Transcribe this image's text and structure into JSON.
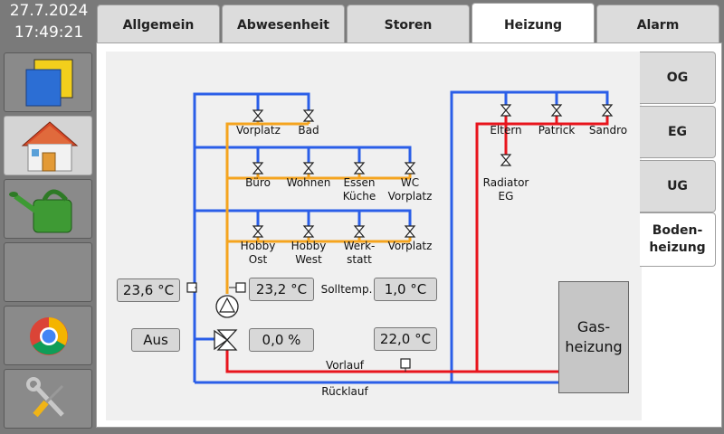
{
  "clock": {
    "date": "27.7.2024",
    "time": "17:49:21"
  },
  "nav": [
    {
      "name": "nav-windows",
      "icon": "windows-squares-icon"
    },
    {
      "name": "nav-home",
      "icon": "house-icon",
      "active": true
    },
    {
      "name": "nav-garden",
      "icon": "watering-can-icon"
    },
    {
      "name": "nav-empty",
      "icon": ""
    },
    {
      "name": "nav-browser",
      "icon": "chrome-icon"
    },
    {
      "name": "nav-tools",
      "icon": "wrench-screwdriver-icon"
    }
  ],
  "tabs": [
    "Allgemein",
    "Abwesenheit",
    "Storen",
    "Heizung",
    "Alarm"
  ],
  "active_tab": "Heizung",
  "side_tabs": {
    "og": "OG",
    "eg": "EG",
    "ug": "UG",
    "boden_1": "Boden-",
    "boden_2": "heizung"
  },
  "rooms": {
    "vorplatz_og": "Vorplatz",
    "bad": "Bad",
    "buero": "Büro",
    "wohnen": "Wohnen",
    "essen_1": "Essen",
    "essen_2": "Küche",
    "wc_1": "WC",
    "wc_2": "Vorplatz",
    "hobby_ost_1": "Hobby",
    "hobby_ost_2": "Ost",
    "hobby_west_1": "Hobby",
    "hobby_west_2": "West",
    "werkstatt_1": "Werk-",
    "werkstatt_2": "statt",
    "vorplatz_ug": "Vorplatz",
    "eltern": "Eltern",
    "patrick": "Patrick",
    "sandro": "Sandro",
    "radiator_1": "Radiator",
    "radiator_2": "EG"
  },
  "values": {
    "outside_temp": "23,6 °C",
    "supply_temp": "23,2 °C",
    "solltemp_label": "Solltemp.",
    "solltemp": "1,0 °C",
    "mode": "Aus",
    "valve": "0,0 %",
    "return_temp": "22,0 °C"
  },
  "pipes": {
    "vorlauf": "Vorlauf",
    "ruecklauf": "Rücklauf"
  },
  "gas": {
    "line1": "Gas-",
    "line2": "heizung"
  },
  "colors": {
    "supply": "#e8141c",
    "return": "#2a5ee8",
    "floor": "#f5a41e"
  }
}
